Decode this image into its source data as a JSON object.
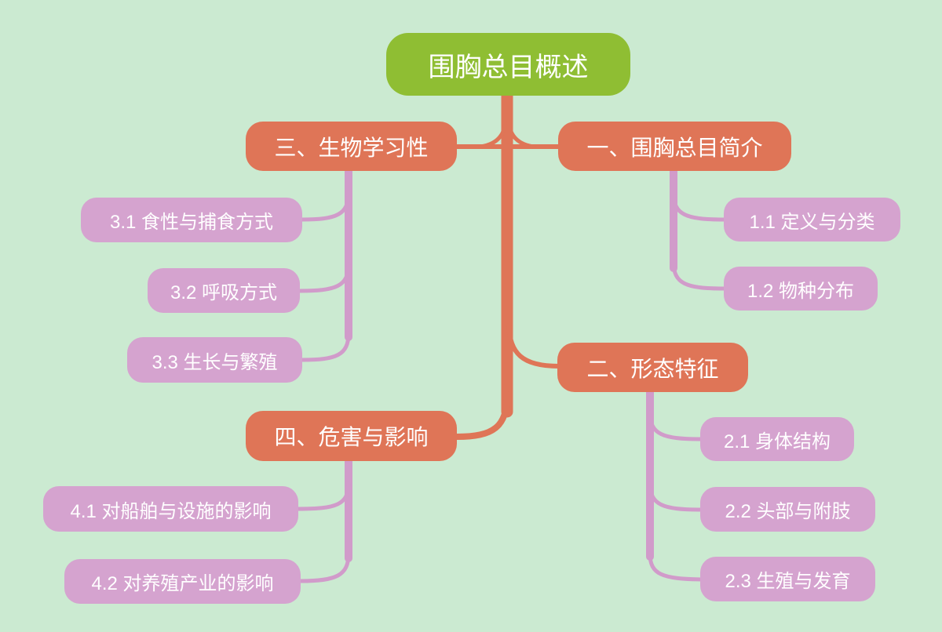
{
  "meta": {
    "type": "mindmap",
    "background": "#cbead1"
  },
  "colors": {
    "root_bg": "#8fbe33",
    "branch_bg": "#df7557",
    "branch_line": "#df7557",
    "leaf_bg": "#d5a3cf",
    "leaf_line": "#d19bca",
    "text": "#ffffff"
  },
  "root": {
    "label": "围胸总目概述"
  },
  "branches": [
    {
      "label": "一、围胸总目简介",
      "children": [
        {
          "label": "1.1 定义与分类"
        },
        {
          "label": "1.2 物种分布"
        }
      ]
    },
    {
      "label": "二、形态特征",
      "children": [
        {
          "label": "2.1 身体结构"
        },
        {
          "label": "2.2 头部与附肢"
        },
        {
          "label": "2.3 生殖与发育"
        }
      ]
    },
    {
      "label": "三、生物学习性",
      "children": [
        {
          "label": "3.1 食性与捕食方式"
        },
        {
          "label": "3.2 呼吸方式"
        },
        {
          "label": "3.3 生长与繁殖"
        }
      ]
    },
    {
      "label": "四、危害与影响",
      "children": [
        {
          "label": "4.1 对船舶与设施的影响"
        },
        {
          "label": "4.2 对养殖产业的影响"
        }
      ]
    }
  ]
}
